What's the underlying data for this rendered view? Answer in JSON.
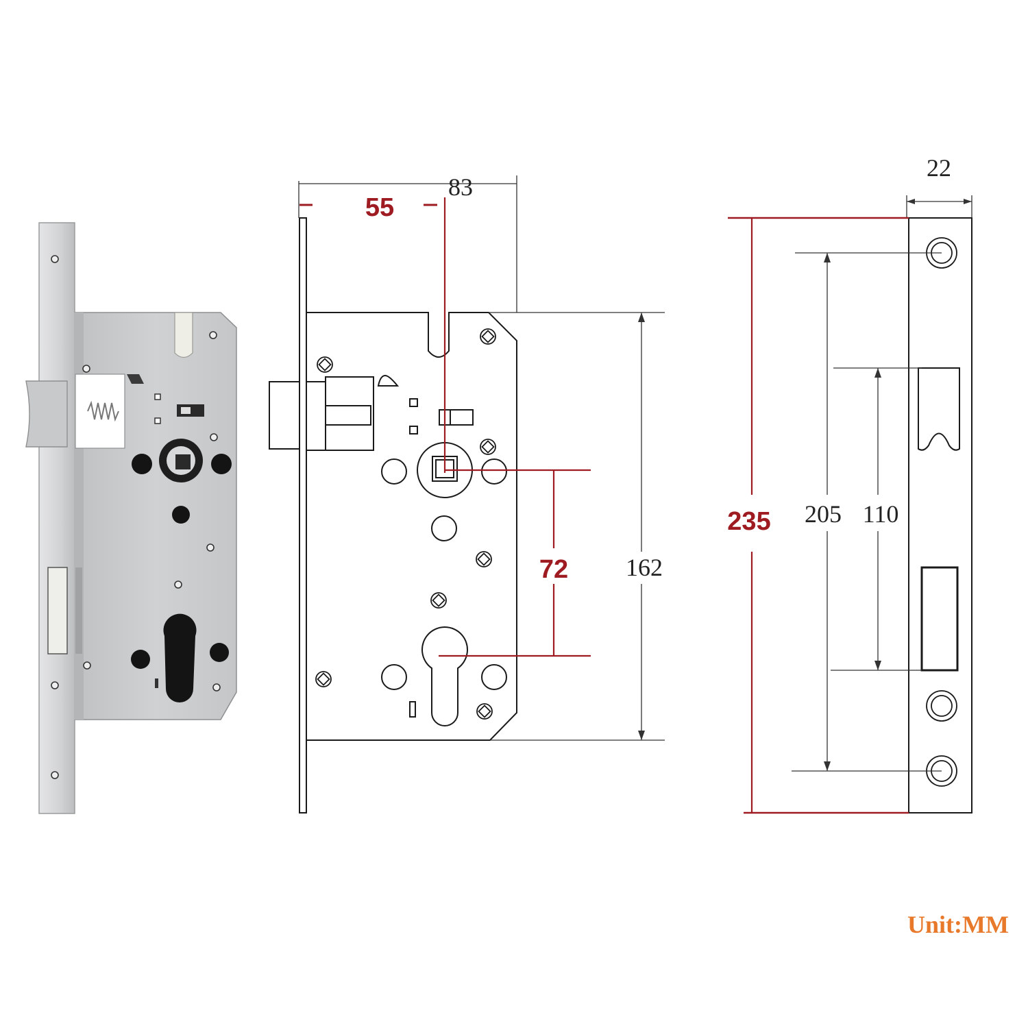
{
  "colors": {
    "red": "#9e1b22",
    "orange": "#e8782a",
    "line": "#1a1a1a",
    "plate": "#c9cbcd",
    "plate_light": "#e2e3e4",
    "faceplate": "#d6d7d8"
  },
  "dimensions": {
    "backset": "55",
    "case_width": "83",
    "faceplate_width": "22",
    "spindle_to_cylinder": "72",
    "case_height": "162",
    "faceplate_height": "235",
    "screw_spacing": "205",
    "latch_to_bolt": "110"
  },
  "unit_label": "Unit:MM"
}
